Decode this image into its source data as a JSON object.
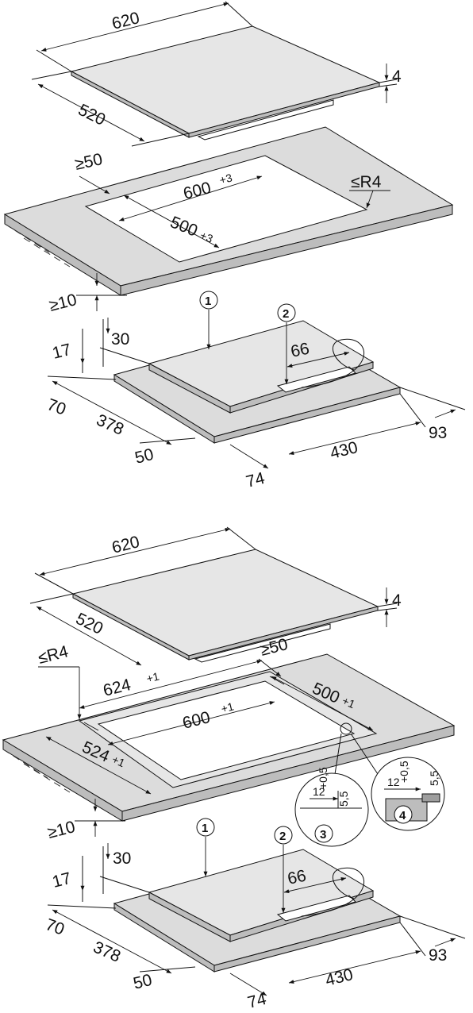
{
  "figure_a": {
    "hob_width": "620",
    "hob_depth": "520",
    "hob_thickness": "4",
    "min_front": "≥50",
    "cutout_width": "600",
    "cutout_width_tol": "+3",
    "cutout_depth": "500",
    "cutout_depth_tol": "+3",
    "radius": "≤R4",
    "min_below": "≥10",
    "callout_1": "1",
    "callout_2": "2",
    "depth_30": "30",
    "depth_17": "17",
    "dim_66": "66",
    "dim_70": "70",
    "dim_378": "378",
    "dim_50": "50",
    "dim_74": "74",
    "dim_430": "430",
    "dim_93": "93"
  },
  "figure_b": {
    "hob_width": "620",
    "hob_depth": "520",
    "hob_thickness": "4",
    "radius": "≤R4",
    "min_front": "≥50",
    "outer_width": "624",
    "outer_width_tol": "+1",
    "outer_depth": "500",
    "outer_depth_tol": "+1",
    "cutout_width": "600",
    "cutout_width_tol": "+1",
    "cutout_depth": "524",
    "cutout_depth_tol": "+1",
    "min_below": "≥10",
    "detail_3_w": "12",
    "detail_3_tol": "+0,5",
    "detail_3_h": "5,5",
    "detail_3_label": "3",
    "detail_4_w": "12",
    "detail_4_tol": "+0,5",
    "detail_4_h": "5,5",
    "detail_4_label": "4",
    "callout_1": "1",
    "callout_2": "2",
    "depth_30": "30",
    "depth_17": "17",
    "dim_66": "66",
    "dim_70": "70",
    "dim_378": "378",
    "dim_50": "50",
    "dim_74": "74",
    "dim_430": "430",
    "dim_93": "93"
  }
}
